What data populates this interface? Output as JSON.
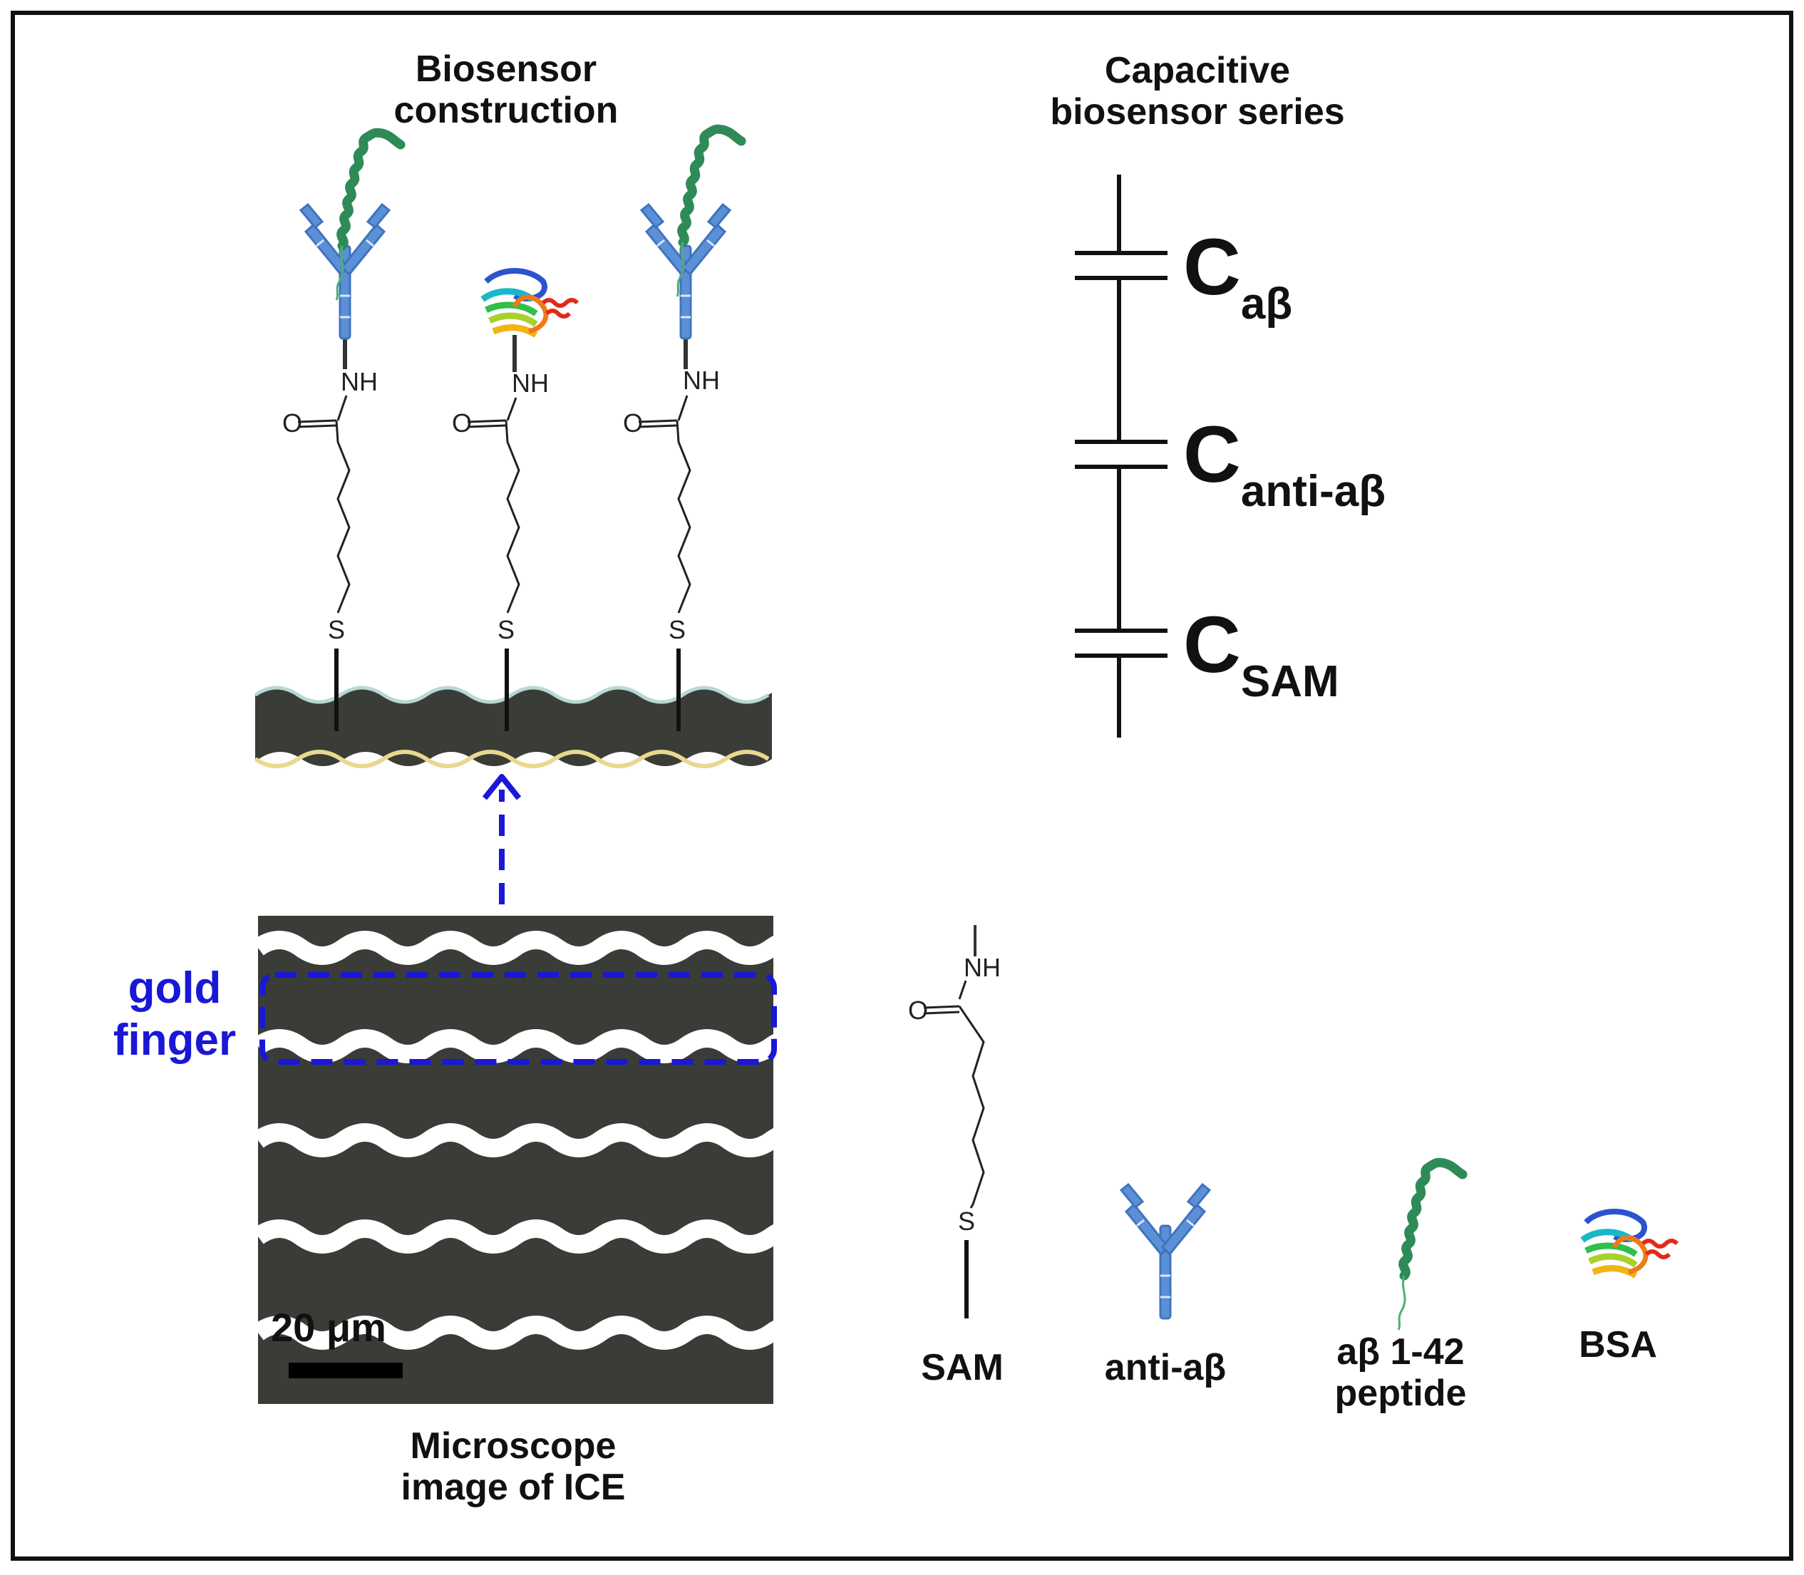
{
  "header_left": {
    "title": "Biosensor\nconstruction"
  },
  "header_right": {
    "title": "Capacitive\nbiosensor  series"
  },
  "capacitors": [
    {
      "label": "C",
      "subscript": "aβ"
    },
    {
      "label": "C",
      "subscript": "anti-aβ"
    },
    {
      "label": "C",
      "subscript": "SAM"
    }
  ],
  "chem": {
    "s": "S",
    "o": "O",
    "nh": "NH"
  },
  "microscope": {
    "caption": "Microscope\nimage of ICE",
    "scale_bar": "20 μm",
    "highlight_label": "gold\nfinger"
  },
  "legend": [
    {
      "label": "SAM",
      "icon": "sam-linker"
    },
    {
      "label": "anti-aβ",
      "icon": "antibody-icon"
    },
    {
      "label": "aβ 1-42\npeptide",
      "icon": "peptide-icon"
    },
    {
      "label": "BSA",
      "icon": "bsa-protein-icon"
    }
  ],
  "colors": {
    "frame": "#111111",
    "antibody": "#5b8fd6",
    "peptide": "#2e8b57",
    "dashed_highlight": "#1a17d6",
    "electrode_dark": "#3a3d37"
  }
}
